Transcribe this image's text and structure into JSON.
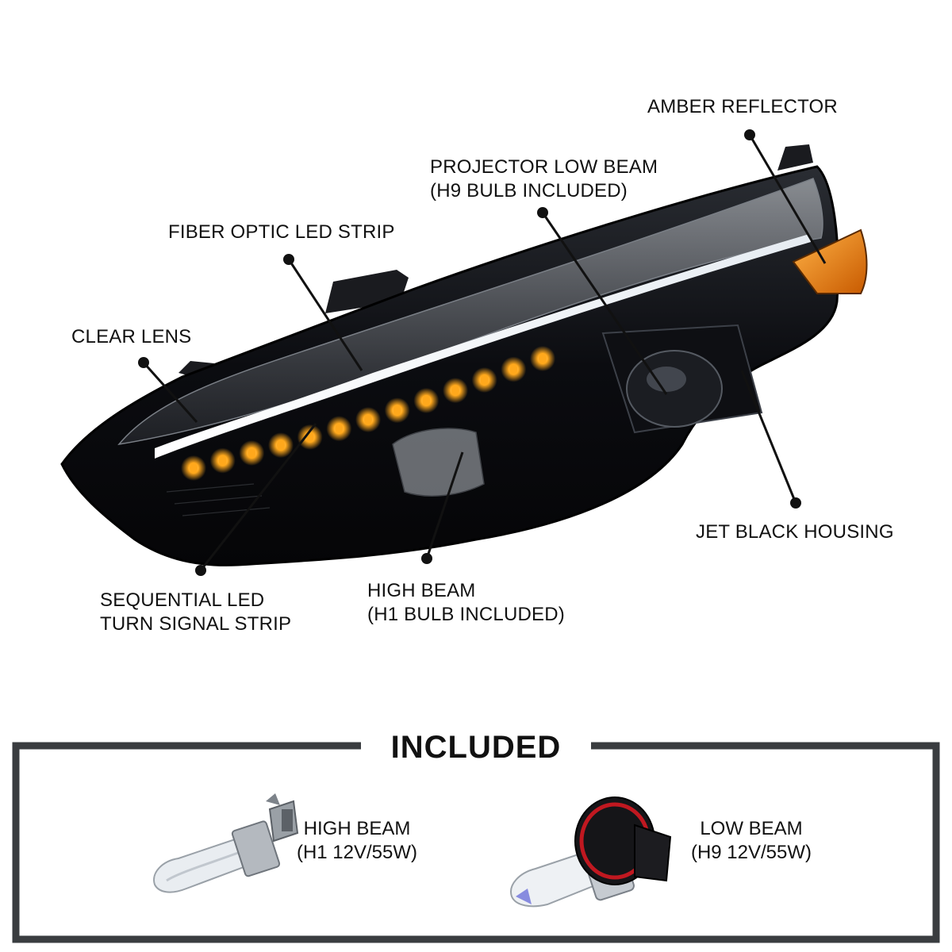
{
  "callouts": {
    "amber_reflector": "AMBER REFLECTOR",
    "projector_low_beam": [
      "PROJECTOR LOW BEAM",
      "(H9 BULB INCLUDED)"
    ],
    "fiber_optic": "FIBER OPTIC LED STRIP",
    "clear_lens": "CLEAR LENS",
    "jet_black_housing": "JET BLACK HOUSING",
    "sequential_led": [
      "SEQUENTIAL LED",
      "TURN SIGNAL STRIP"
    ],
    "high_beam": [
      "HIGH BEAM",
      "(H1 BULB INCLUDED)"
    ]
  },
  "included": {
    "title": "INCLUDED",
    "items": [
      {
        "lines": [
          "HIGH BEAM",
          "(H1 12V/55W)"
        ],
        "icon": "h1-bulb-icon"
      },
      {
        "lines": [
          "LOW BEAM",
          "(H9 12V/55W)"
        ],
        "icon": "h9-bulb-icon"
      }
    ]
  },
  "colors": {
    "housing": "#0b0c10",
    "led_amber": "#ffa81c",
    "amber_reflector": "#e8730c",
    "frame": "#3a3d40"
  }
}
